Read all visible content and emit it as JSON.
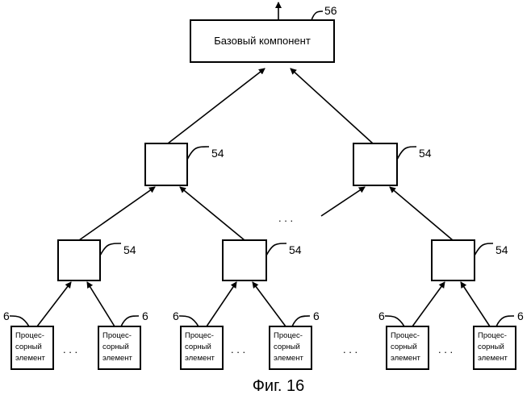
{
  "base": {
    "label": "Базовый компонент",
    "ref": "56"
  },
  "nodes": {
    "ref": "54"
  },
  "leaves": {
    "ref": "6",
    "lines": [
      "Процес-",
      "сорный",
      "элемент"
    ]
  },
  "ellipsis": ". . .",
  "caption": "Фиг. 16"
}
